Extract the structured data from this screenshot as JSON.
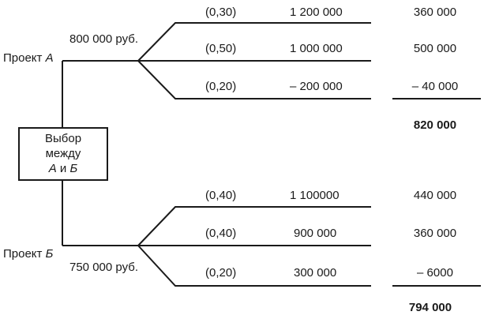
{
  "decision_box": {
    "line1": "Выбор",
    "line2": "между",
    "line3_a": "А",
    "line3_and": "и",
    "line3_b": "Б"
  },
  "project_a": {
    "label_prefix": "Проект",
    "label_letter": "А",
    "cost": "800 000 руб.",
    "outcomes": [
      {
        "prob": "(0,30)",
        "payoff": "1 200 000",
        "expected": "360 000"
      },
      {
        "prob": "(0,50)",
        "payoff": "1 000 000",
        "expected": "500 000"
      },
      {
        "prob": "(0,20)",
        "payoff": "– 200 000",
        "expected": "– 40 000"
      }
    ],
    "total": "820 000"
  },
  "project_b": {
    "label_prefix": "Проект",
    "label_letter": "Б",
    "cost": "750 000 руб.",
    "outcomes": [
      {
        "prob": "(0,40)",
        "payoff": "1 100000",
        "expected": "440 000"
      },
      {
        "prob": "(0,40)",
        "payoff": "900 000",
        "expected": "360 000"
      },
      {
        "prob": "(0,20)",
        "payoff": "300 000",
        "expected": "– 6000"
      }
    ],
    "total": "794 000"
  }
}
